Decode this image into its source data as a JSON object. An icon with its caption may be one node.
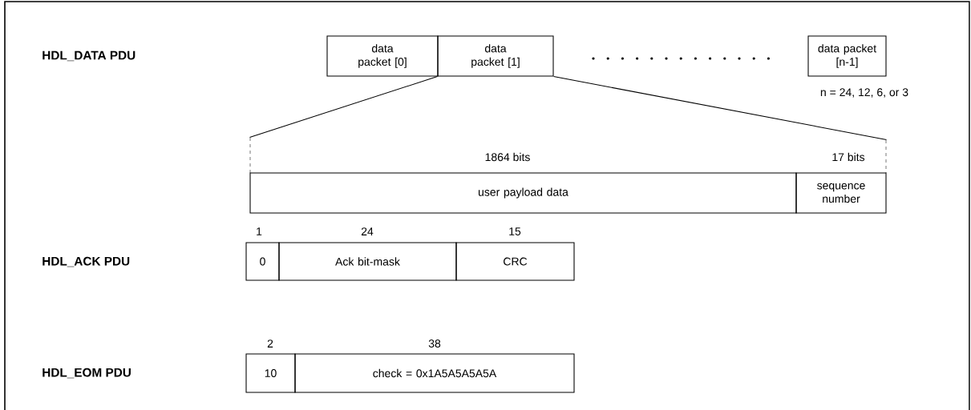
{
  "diagram": {
    "nodes": [
      {
        "text": [
          "data packet [0]"
        ]
      },
      {
        "text": [
          "data packet [1]"
        ]
      },
      {
        "text": [
          "data packet [n-1]"
        ],
        "beside": [
          "n = 24, 12, 6, or 3"
        ]
      },
      {
        "text": [
          "user payload data"
        ],
        "beside": [
          "1864 bits"
        ]
      },
      {
        "text": [
          "sequence number"
        ],
        "beside": [
          "17 bits"
        ]
      },
      {
        "text": [
          "0"
        ],
        "beside": [
          "1"
        ]
      },
      {
        "text": [
          "Ack bit-mask"
        ],
        "beside": [
          "24"
        ]
      },
      {
        "text": [
          "CRC"
        ],
        "beside": [
          "15"
        ]
      },
      {
        "text": [
          "10"
        ],
        "beside": [
          "2"
        ]
      },
      {
        "text": [
          "check = 0x1A5A5A5A5A"
        ],
        "beside": [
          "38"
        ]
      }
    ],
    "edges": [
      {
        "from": 1,
        "to": 3,
        "arrow": "none"
      },
      {
        "from": 1,
        "to": 4,
        "arrow": "none"
      }
    ],
    "labels": [
      "HDL_DATA PDU",
      "HDL_ACK PDU",
      "HDL_EOM PDU"
    ]
  }
}
